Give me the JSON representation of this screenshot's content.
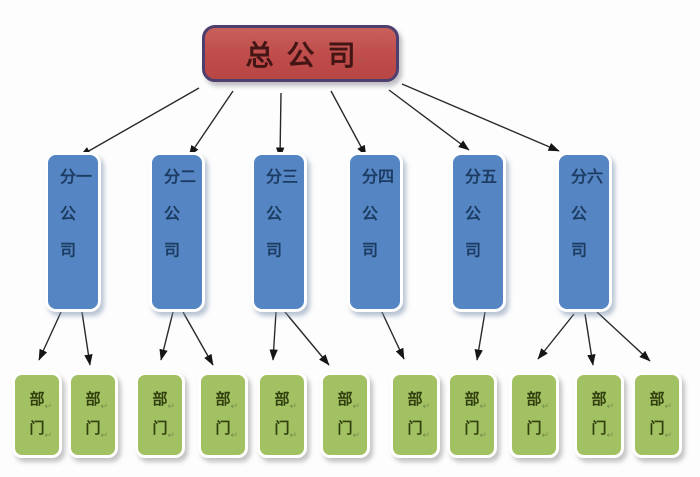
{
  "diagram": {
    "type": "org-chart",
    "root": {
      "label": "总公司",
      "fill_color": "#c0504d",
      "border_color": "#4c3f6d",
      "text_color": "#431515"
    },
    "branches": [
      {
        "label": "分公司一",
        "department_count": 2
      },
      {
        "label": "分公司二",
        "department_count": 2
      },
      {
        "label": "分公司三",
        "department_count": 2
      },
      {
        "label": "分公司四",
        "department_count": 1
      },
      {
        "label": "分公司五",
        "department_count": 1
      },
      {
        "label": "分公司六",
        "department_count": 3
      }
    ],
    "branch_style": {
      "fill_color": "#5585c2",
      "text_color": "#1c3c63"
    },
    "department": {
      "label": "部门",
      "char1": "部",
      "char2": "门",
      "count": 11,
      "fill_color": "#a2c163",
      "text_color": "#32400f"
    },
    "marks": {
      "return_glyph": "↵"
    },
    "edges": {
      "root_to_branches": 6,
      "branch_to_departments": [
        2,
        2,
        2,
        1,
        1,
        3
      ],
      "arrow_color": "#2a2a2a"
    }
  }
}
